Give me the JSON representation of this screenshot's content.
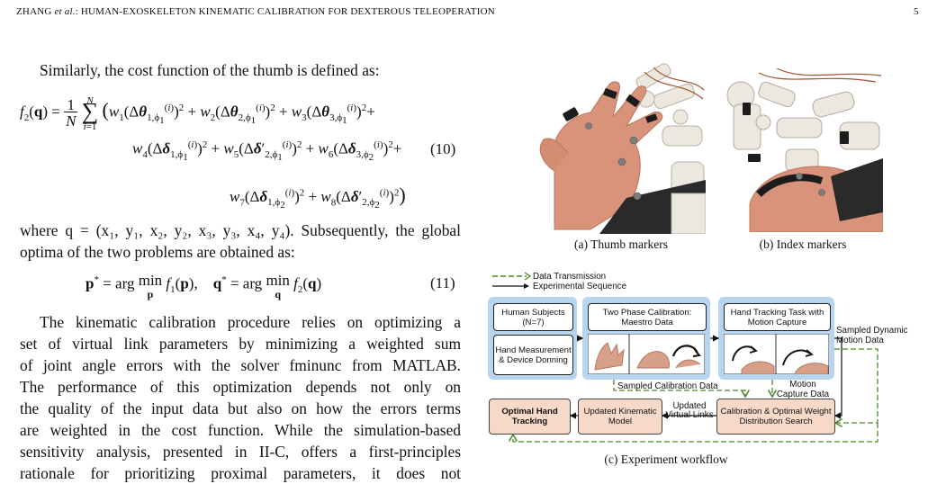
{
  "header": {
    "running_title_prefix": "ZHANG",
    "running_title_etal": "et al.",
    "running_title_rest": ": HUMAN-EXOSKELETON KINEMATIC CALIBRATION FOR DEXTEROUS TELEOPERATION",
    "page_number": "5"
  },
  "left_column": {
    "intro_line": "Similarly, the cost function of the thumb is defined as:",
    "eq10_number": "(10)",
    "where_line1": "where q = (x₁, y₁, x₂, y₂, x₃, y₃, x₄, y₄). Subsequently, the global",
    "where_line2": "optima of the two problems are obtained as:",
    "eq11_number": "(11)",
    "para_lines": [
      "The kinematic calibration procedure relies on optimizing a",
      "set of virtual link parameters by minimizing a weighted sum",
      "of joint angle errors with the solver fminunc from MATLAB.",
      "The performance of this optimization depends not only on",
      "the quality of the input data but also on how the errors terms",
      "are weighted in the cost function. While the simulation-based",
      "sensitivity analysis, presented in II-C, offers a first-principles",
      "rationale for prioritizing proximal parameters, it does not"
    ]
  },
  "figure": {
    "caption_a": "(a) Thumb markers",
    "caption_b": "(b) Index markers",
    "caption_c": "(c) Experiment workflow",
    "legend_data": "Data Transmission",
    "legend_seq": "Experimental Sequence",
    "box_human_subjects": "Human Subjects (N=7)",
    "box_hand_measurement": "Hand Measurement & Device Donning",
    "box_two_phase": "Two Phase Calibration: Maestro Data",
    "box_hand_tracking": "Hand Tracking Task with Motion Capture",
    "label_sampled_dynamic": "Sampled Dynamic Motion Data",
    "label_sampled_calib": "Sampled Calibration Data",
    "label_motion_capture": "Motion Capture Data",
    "box_optimal": "Optimal Hand Tracking",
    "box_updated_model": "Updated Kinematic Model",
    "label_updated_links": "Updated Virtual Links",
    "box_calibration_search": "Calibration & Optimal Weight Distribution Search",
    "colors": {
      "frame_blue": "#b7d5ee",
      "box_orange": "#f7d9c8",
      "arrow_green": "#4a8a2a"
    }
  }
}
